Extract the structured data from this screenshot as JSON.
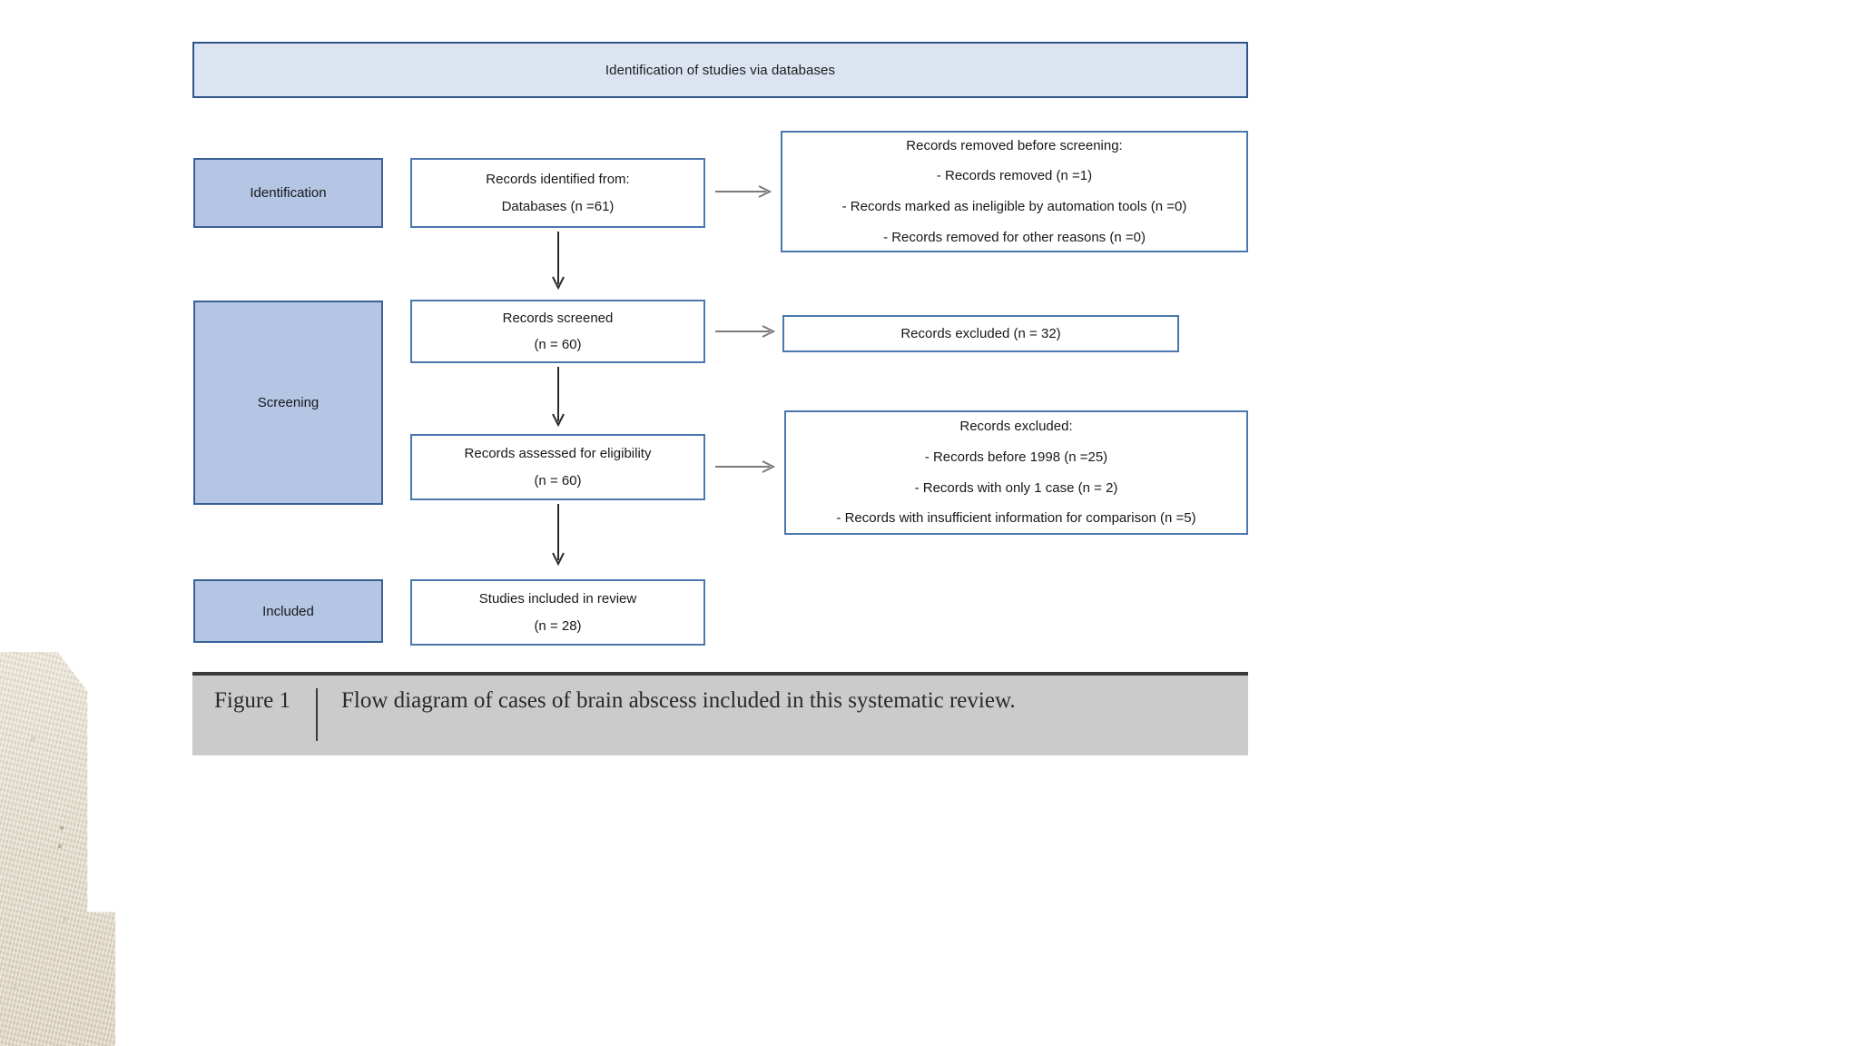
{
  "figure": {
    "banner_title": "Identification of studies via databases",
    "stages": [
      {
        "key": "identification",
        "label": "Identification"
      },
      {
        "key": "screening",
        "label": "Screening"
      },
      {
        "key": "included",
        "label": "Included"
      }
    ],
    "nodes": {
      "identified": {
        "lines": [
          "Records identified from:",
          "Databases (n =61)"
        ]
      },
      "removed_before_screening": {
        "lines": [
          "Records removed before screening:",
          "- Records removed (n =1)",
          "- Records marked as ineligible by automation tools (n =0)",
          "- Records removed for other reasons (n =0)"
        ]
      },
      "screened": {
        "lines": [
          "Records screened",
          "(n = 60)"
        ]
      },
      "excluded_screened": {
        "lines": [
          "Records excluded (n = 32)"
        ]
      },
      "eligibility": {
        "lines": [
          "Records assessed for eligibility",
          "(n = 60)"
        ]
      },
      "excluded_eligibility": {
        "lines": [
          "Records excluded:",
          "- Records before 1998 (n =25)",
          "- Records with only 1 case (n = 2)",
          "- Records with insufficient information for comparison (n =5)"
        ]
      },
      "included_studies": {
        "lines": [
          "Studies included in review",
          "(n = 28)"
        ]
      }
    },
    "caption": {
      "label": "Figure 1",
      "text": "Flow diagram of cases of brain abscess included in this systematic review."
    },
    "colors": {
      "banner_fill": "#dce4f2",
      "banner_border": "#2e5585",
      "stage_fill": "#b4c6e3",
      "stage_border": "#3a6098",
      "node_fill": "#ffffff",
      "node_border": "#4a77ad",
      "arrow": "#7a7a7a",
      "caption_bar": "#cbcbcb",
      "caption_rule": "#3b3b3b",
      "page_background": "#ffffff"
    }
  },
  "chart_data": {
    "type": "diagram",
    "title": "PRISMA flow diagram — Identification of studies via databases",
    "flow": [
      {
        "stage": "Identification",
        "node": "Records identified from: Databases",
        "n": 61
      },
      {
        "stage": "Identification",
        "node": "Records removed before screening",
        "n": 1,
        "breakdown": [
          {
            "label": "Records removed",
            "n": 1
          },
          {
            "label": "Records marked as ineligible by automation tools",
            "n": 0
          },
          {
            "label": "Records removed for other reasons",
            "n": 0
          }
        ]
      },
      {
        "stage": "Screening",
        "node": "Records screened",
        "n": 60
      },
      {
        "stage": "Screening",
        "node": "Records excluded",
        "n": 32
      },
      {
        "stage": "Screening",
        "node": "Records assessed for eligibility",
        "n": 60
      },
      {
        "stage": "Screening",
        "node": "Records excluded",
        "n": 32,
        "breakdown": [
          {
            "label": "Records before 1998",
            "n": 25
          },
          {
            "label": "Records with only 1 case",
            "n": 2
          },
          {
            "label": "Records with insufficient information for comparison",
            "n": 5
          }
        ]
      },
      {
        "stage": "Included",
        "node": "Studies included in review",
        "n": 28
      }
    ]
  }
}
